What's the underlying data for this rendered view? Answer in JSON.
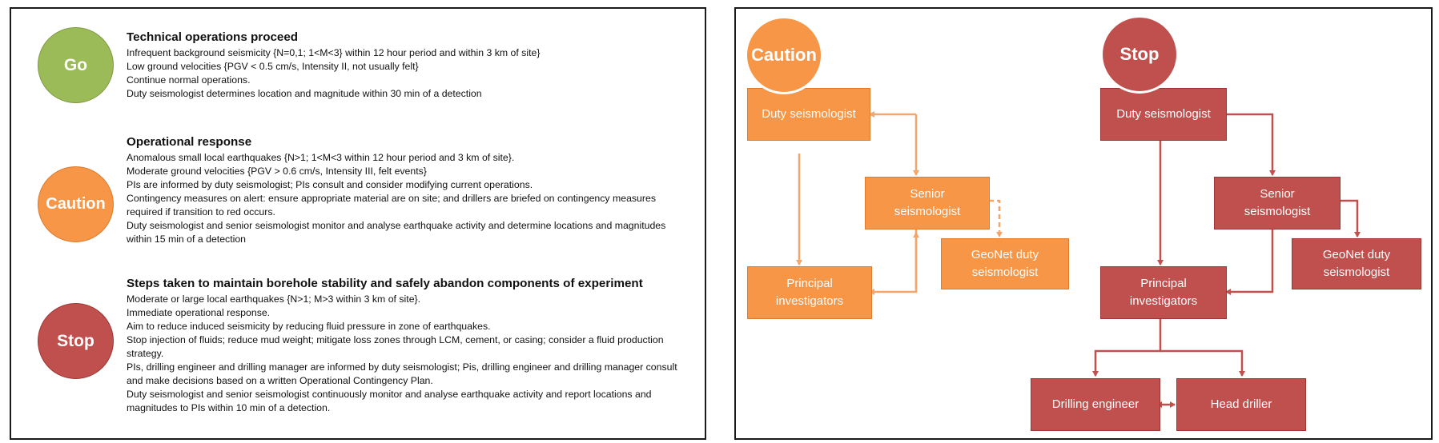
{
  "colors": {
    "go": "#9bbb59",
    "caution": "#f79646",
    "stop": "#c0504d",
    "caution_line": "#f4a56a",
    "stop_line": "#c0504d"
  },
  "left": {
    "go": {
      "badge": "Go",
      "heading": "Technical operations proceed",
      "lines": [
        "Infrequent background seismicity {N=0,1; 1<M<3} within 12 hour period and within 3 km of site}",
        "Low ground velocities {PGV < 0.5 cm/s, Intensity II, not usually felt}",
        "Continue normal operations.",
        "Duty seismologist determines location and magnitude within 30 min of a detection"
      ]
    },
    "caution": {
      "badge": "Caution",
      "heading": "Operational response",
      "lines": [
        "Anomalous small local earthquakes {N>1; 1<M<3 within 12 hour period and 3 km of site}.",
        "Moderate ground velocities {PGV > 0.6 cm/s, Intensity III, felt events}",
        "PIs are informed by duty seismologist; PIs consult and consider modifying current operations.",
        "Contingency measures on alert: ensure appropriate material are on site; and drillers are briefed on contingency measures required if transition to red occurs.",
        "Duty seismologist and senior seismologist monitor and analyse earthquake activity and determine locations and magnitudes within 15 min of a detection"
      ]
    },
    "stop": {
      "badge": "Stop",
      "heading": "Steps taken to maintain borehole stability and safely abandon components of experiment",
      "lines": [
        "Moderate or large local earthquakes {N>1; M>3 within 3 km of site}.",
        "Immediate operational response.",
        "Aim to reduce induced seismicity by reducing fluid pressure in zone of earthquakes.",
        "Stop injection of fluids; reduce mud weight; mitigate loss zones through LCM, cement, or casing; consider a fluid production strategy.",
        "PIs, drilling engineer and drilling manager are informed by duty seismologist; Pis, drilling engineer and drilling manager consult and make decisions based on a written Operational Contingency Plan.",
        "Duty seismologist and senior seismologist continuously monitor and analyse earthquake activity and report locations and magnitudes to PIs within 10 min of a detection."
      ]
    }
  },
  "right": {
    "caution": {
      "badge": "Caution",
      "duty": "Duty seismologist",
      "senior": [
        "Senior",
        "seismologist"
      ],
      "geonet": [
        "GeoNet duty",
        "seismologist"
      ],
      "pi": [
        "Principal",
        "investigators"
      ]
    },
    "stop": {
      "badge": "Stop",
      "duty": "Duty seismologist",
      "senior": [
        "Senior",
        "seismologist"
      ],
      "geonet": [
        "GeoNet duty",
        "seismologist"
      ],
      "pi": [
        "Principal",
        "investigators"
      ],
      "drilling_engineer": "Drilling engineer",
      "head_driller": "Head driller"
    }
  }
}
